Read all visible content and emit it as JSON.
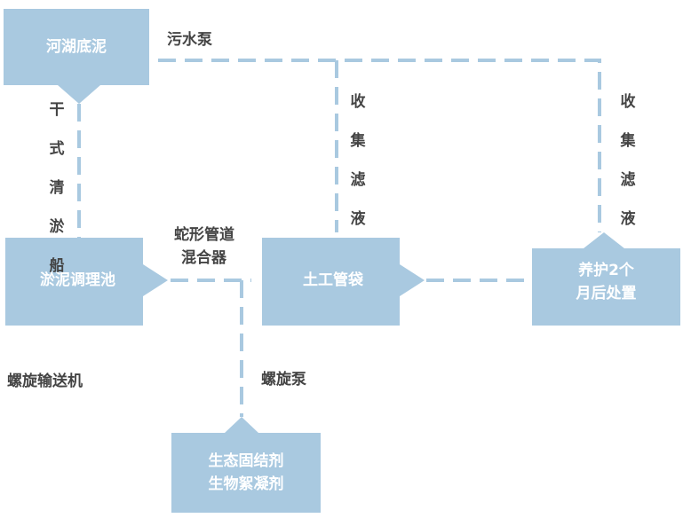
{
  "nodes": {
    "river_sludge": "河湖底泥",
    "sludge_conditioning_tank": "淤泥调理池",
    "geotextile_bag": "土工管袋",
    "curing_disposal": [
      "养护2个",
      "月后处置"
    ],
    "additives": [
      "生态固结剂",
      "生物絮凝剂"
    ]
  },
  "edge_labels": {
    "sewage_pump": "污水泵",
    "dry_dredger": [
      "干",
      "式",
      "清",
      "淤",
      "船"
    ],
    "collect_filtrate_1": [
      "收",
      "集",
      "滤",
      "液"
    ],
    "collect_filtrate_2": [
      "收",
      "集",
      "滤",
      "液"
    ],
    "serpentine_mixer": [
      "蛇形管道",
      "混合器"
    ],
    "screw_conveyor": "螺旋输送机",
    "screw_pump": "螺旋泵"
  },
  "colors": {
    "box_fill": "#a9c9e0",
    "connector": "#a9c9e0",
    "box_text": "#ffffff",
    "label_text": "#444444"
  }
}
